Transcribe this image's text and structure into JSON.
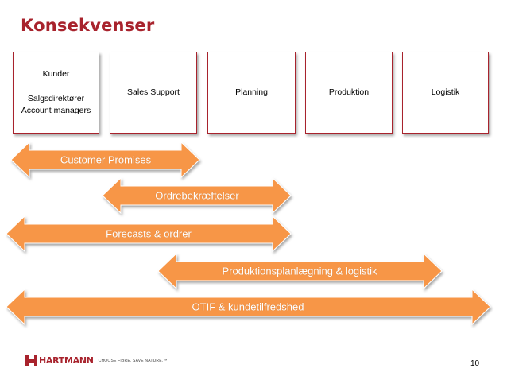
{
  "title": "Konsekvenser",
  "boxes": [
    {
      "lines": [
        "Kunder",
        "",
        "Salgsdirektører",
        "Account managers"
      ]
    },
    {
      "lines": [
        "Sales Support"
      ]
    },
    {
      "lines": [
        "Planning"
      ]
    },
    {
      "lines": [
        "Produktion"
      ]
    },
    {
      "lines": [
        "Logistik"
      ]
    }
  ],
  "arrows": [
    {
      "label": "Customer Promises"
    },
    {
      "label": "Ordrebekræftelser"
    },
    {
      "label": "Forecasts & ordrer"
    },
    {
      "label": "Produktionsplanlægning & logistik"
    },
    {
      "label": "OTIF & kundetilfredshed"
    }
  ],
  "colors": {
    "accent": "#a8232d",
    "arrow_fill": "#f79646",
    "arrow_stroke": "#ffffff"
  },
  "footer": {
    "logo_text": "HARTMANN",
    "slogan": "CHOOSE FIBRE. SAVE NATURE.™",
    "page_number": "10"
  }
}
